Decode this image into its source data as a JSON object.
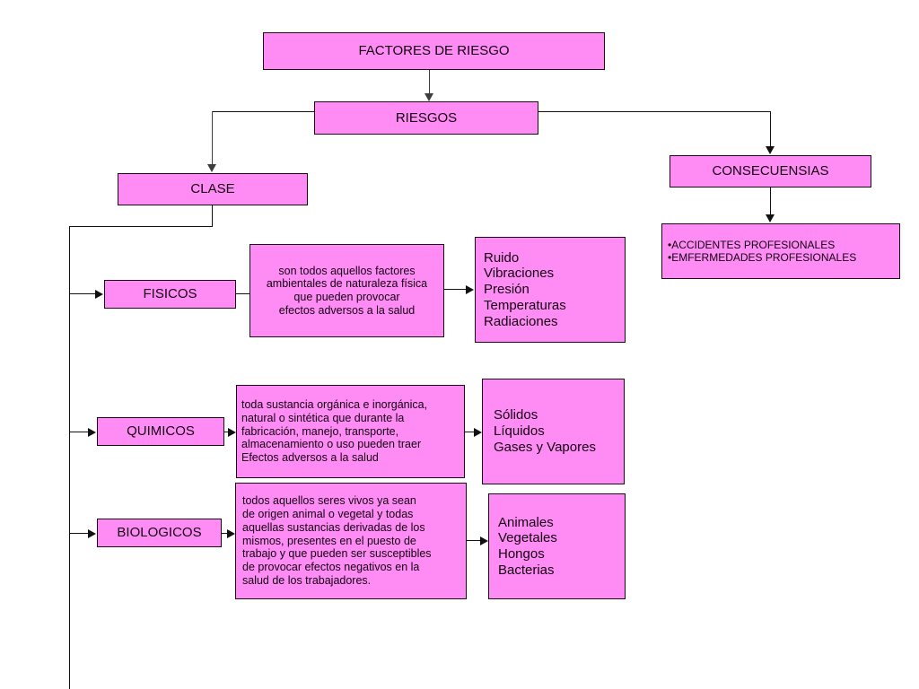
{
  "diagram": {
    "title": "FACTORES DE RIESGO",
    "accent_fill": "#FF8CF5",
    "border_color": "#1a0a18",
    "connector_color": "#111111",
    "background": "#ffffff"
  },
  "nodes": {
    "root": {
      "label": "FACTORES DE RIESGO"
    },
    "riesgos": {
      "label": "RIESGOS"
    },
    "clase": {
      "label": "CLASE"
    },
    "consecuensias": {
      "label": "CONSECUENSIAS"
    },
    "consecuensias_items": {
      "label": "•ACCIDENTES PROFESIONALES\n•EMFERMEDADES PROFESIONALES",
      "items": [
        "•ACCIDENTES PROFESIONALES",
        "•EMFERMEDADES PROFESIONALES"
      ]
    },
    "fisicos": {
      "label": "FISICOS"
    },
    "fisicos_desc": {
      "label": "son todos aquellos factores\nambientales de naturaleza física\nque pueden provocar\nefectos adversos a la salud",
      "lines": [
        "son todos aquellos factores",
        "ambientales de naturaleza física",
        "que pueden provocar",
        "efectos adversos a la salud"
      ]
    },
    "fisicos_items": {
      "label": "Ruido\nVibraciones\nPresión\nTemperaturas\nRadiaciones",
      "items": [
        "Ruido",
        "Vibraciones",
        "Presión",
        "Temperaturas",
        "Radiaciones"
      ]
    },
    "quimicos": {
      "label": "QUIMICOS"
    },
    "quimicos_desc": {
      "label": "toda sustancia orgánica e inorgánica,\nnatural o sintética que durante la\nfabricación, manejo,  transporte,\nalmacenamiento o uso pueden traer\nEfectos adversos a la salud",
      "lines": [
        "toda sustancia orgánica e inorgánica,",
        "natural o sintética que durante la",
        "fabricación, manejo,  transporte,",
        "almacenamiento o uso pueden traer",
        "Efectos adversos a la salud"
      ]
    },
    "quimicos_items": {
      "label": "Sólidos\nLíquidos\nGases y Vapores",
      "items": [
        "Sólidos",
        "Líquidos",
        "Gases y Vapores"
      ]
    },
    "biologicos": {
      "label": "BIOLOGICOS"
    },
    "biologicos_desc": {
      "label": "todos aquellos seres vivos ya sean\n de origen animal o vegetal y todas\n aquellas sustancias derivadas de los\n mismos, presentes en el puesto de\ntrabajo y que pueden ser susceptibles\nde provocar efectos negativos en la\nsalud de los trabajadores.",
      "lines": [
        "todos aquellos seres vivos ya sean",
        " de origen animal o vegetal y todas",
        " aquellas sustancias derivadas de los",
        " mismos, presentes en el puesto de",
        "trabajo y que pueden ser susceptibles",
        "de provocar efectos negativos en la",
        "salud de los trabajadores."
      ]
    },
    "biologicos_items": {
      "label": "Animales\nVegetales\nHongos\nBacterias",
      "items": [
        "Animales",
        "Vegetales",
        "Hongos",
        "Bacterias"
      ]
    }
  }
}
